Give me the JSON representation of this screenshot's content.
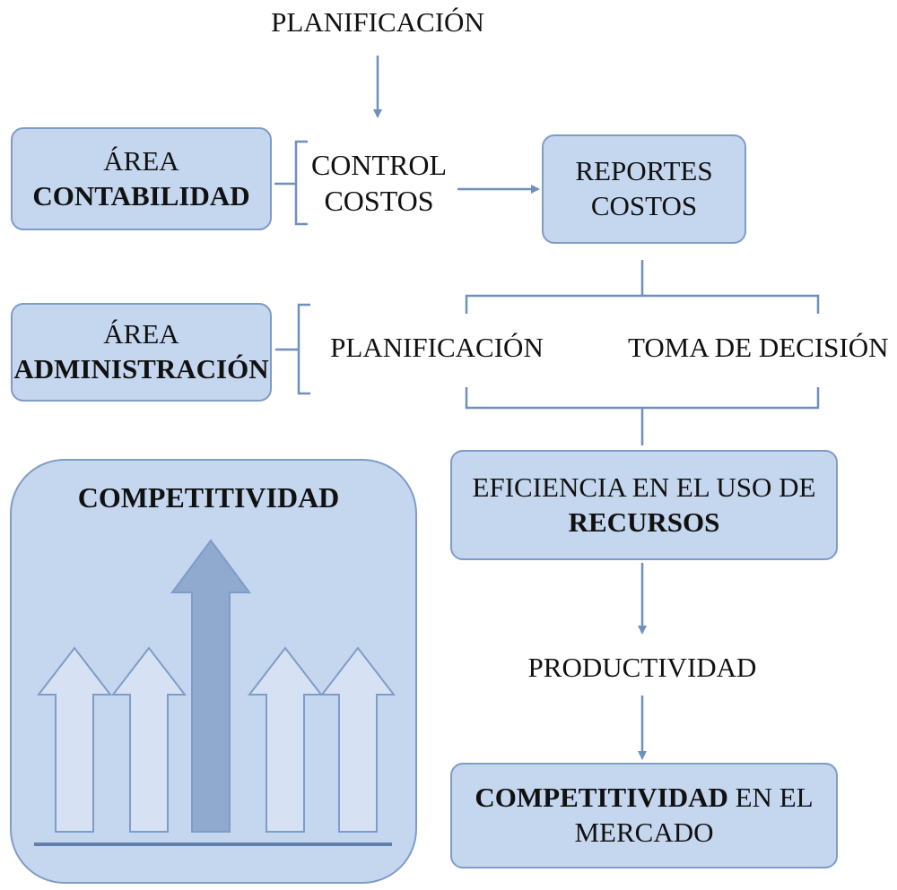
{
  "top_label": "PLANIFICACIÓN",
  "area_contabilidad": {
    "line1": "ÁREA",
    "line2": "CONTABILIDAD"
  },
  "control_costos": {
    "line1": "CONTROL",
    "line2": "COSTOS"
  },
  "reportes_costos": {
    "line1": "REPORTES",
    "line2": "COSTOS"
  },
  "area_administracion": {
    "line1": "ÁREA",
    "line2": "ADMINISTRACIÓN"
  },
  "planificacion_label": "PLANIFICACIÓN",
  "toma_decision_label": "TOMA DE DECISIÓN",
  "eficiencia": {
    "line1": "EFICIENCIA EN EL USO DE",
    "line2": "RECURSOS"
  },
  "productividad_label": "PRODUCTIVIDAD",
  "competitividad_mercado": {
    "bold_part": "COMPETITIVIDAD",
    "rest": " EN EL",
    "line2": "MERCADO"
  },
  "competitividad_panel": {
    "title": "COMPETITIVIDAD"
  },
  "colors": {
    "box_fill": "#c5d6ef",
    "box_border": "#7f9cc7",
    "line": "#6f8fbf",
    "arrow_outline": "#7f9cc7",
    "main_arrow": "#8fa9cf",
    "baseline": "#5f7fae"
  }
}
